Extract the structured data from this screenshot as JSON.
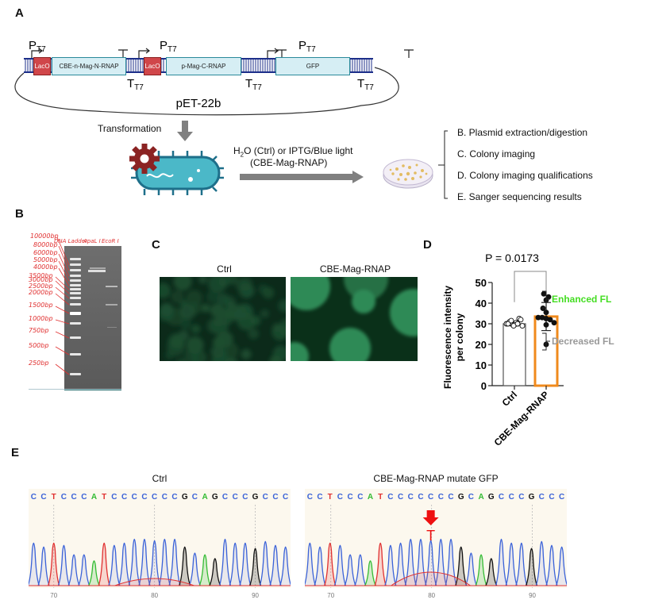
{
  "panels": {
    "a": {
      "letter": "A",
      "plasmid_name": "pET-22b",
      "promoter_label": "P",
      "promoter_sub": "T7",
      "terminator_label": "T",
      "terminator_sub": "T7",
      "genes": [
        "CBE-n-Mag-N-RNAP",
        "p-Mag-C-RNAP",
        "GFP"
      ],
      "operator_label": "LacO",
      "transformation_label": "Transformation",
      "treatment_line1_pre": "H",
      "treatment_line1_sub": "2",
      "treatment_line1_post": "O (Ctrl) or IPTG/Blue light",
      "treatment_line2": "(CBE-Mag-RNAP)",
      "analyses": [
        "B. Plasmid extraction/digestion",
        "C. Colony imaging",
        "D. Colony imaging qualifications",
        "E. Sanger sequencing results"
      ]
    },
    "b": {
      "letter": "B",
      "lane_labels": [
        "DNA Ladder",
        "ApaL I",
        "EcoR I"
      ],
      "ladder_bands": [
        "10000bp",
        "8000bp",
        "6000bp",
        "5000bp",
        "4000bp",
        "3500bp",
        "3000bp",
        "2500bp",
        "2000bp",
        "1500bp",
        "1000bp",
        "750bp",
        "500bp",
        "250bp"
      ]
    },
    "c": {
      "letter": "C",
      "image_titles": [
        "Ctrl",
        "CBE-Mag-RNAP"
      ]
    },
    "d": {
      "letter": "D",
      "p_value": "P = 0.0173",
      "annotations": {
        "enhanced": "Enhanced FL",
        "decreased": "Decreased FL",
        "enhanced_color": "#44dd22",
        "decreased_color": "#999999"
      }
    },
    "e": {
      "letter": "E",
      "traces": [
        {
          "title": "Ctrl",
          "sequence": [
            "C",
            "C",
            "T",
            "C",
            "C",
            "C",
            "A",
            "T",
            "C",
            "C",
            "C",
            "C",
            "C",
            "C",
            "C",
            "G",
            "C",
            "A",
            "G",
            "C",
            "C",
            "C",
            "G",
            "C",
            "C",
            "C"
          ],
          "ticks": [
            "70",
            "80",
            "90"
          ]
        },
        {
          "title": "CBE-Mag-RNAP mutate GFP",
          "sequence": [
            "C",
            "C",
            "T",
            "C",
            "C",
            "C",
            "A",
            "T",
            "C",
            "C",
            "C",
            "C",
            "C",
            "C",
            "C",
            "G",
            "C",
            "A",
            "G",
            "C",
            "C",
            "C",
            "G",
            "C",
            "C",
            "C"
          ],
          "ticks": [
            "70",
            "80",
            "90"
          ],
          "mutation_label": "T"
        }
      ],
      "base_colors": {
        "A": "#33bb33",
        "C": "#3a62d8",
        "G": "#111111",
        "T": "#e03030"
      }
    }
  },
  "chart_data": {
    "type": "bar",
    "title": "P = 0.0173",
    "categories": [
      "Ctrl",
      "CBE-Mag-RNAP"
    ],
    "xlabel": "",
    "ylabel": "Fluorescence intensity per colony",
    "ylim": [
      0,
      50
    ],
    "yticks": [
      0,
      10,
      20,
      30,
      40,
      50
    ],
    "grid": false,
    "series": [
      {
        "name": "Ctrl",
        "mean": 30,
        "sd": 1,
        "bar_color": "#555555",
        "marker": "open-circle",
        "points": [
          30,
          31,
          29.5,
          30.5,
          32.5,
          29,
          30,
          31.5,
          29.5,
          30,
          32,
          29
        ]
      },
      {
        "name": "CBE-Mag-RNAP",
        "mean": 33.5,
        "sd": 6.8,
        "bar_color": "#f08a1c",
        "marker": "filled-circle",
        "points": [
          44.5,
          43,
          41.5,
          37.5,
          35.5,
          33,
          33,
          32.5,
          32,
          30.5,
          29.5,
          20
        ]
      }
    ]
  }
}
